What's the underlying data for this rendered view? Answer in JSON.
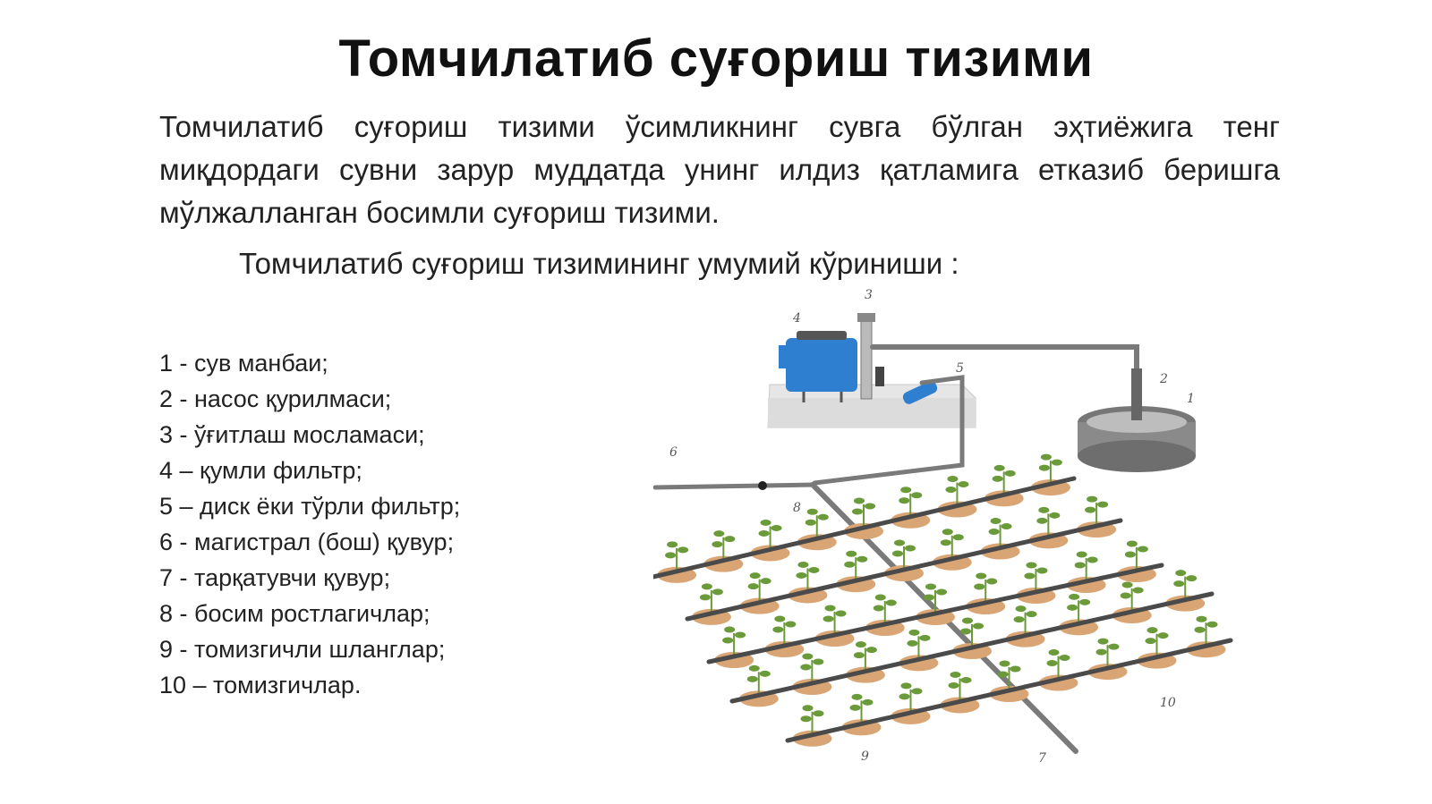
{
  "title": "Томчилатиб суғориш тизими",
  "definition": "Томчилатиб суғориш тизими ўсимликнинг сувга бўлган эҳтиёжига тенг миқдордаги сувни зарур муддатда унинг илдиз қатламига етказиб беришга мўлжалланган босимли суғориш тизими.",
  "subtitle": "Томчилатиб суғориш тизимининг умумий кўриниши :",
  "legend": [
    "1 - сув манбаи;",
    "2 - насос қурилмаси;",
    "3 - ўғитлаш мосламаси;",
    "4 – қумли фильтр;",
    "5 – диск ёки тўрли фильтр;",
    "6 - магистрал (бош) қувур;",
    "7 - тарқатувчи қувур;",
    "8 - босим ростлагичлар;",
    "9 - томизгичли шланглар;",
    "10 – томизгичлар."
  ],
  "diagram": {
    "labels": [
      "1",
      "2",
      "3",
      "4",
      "5",
      "6",
      "7",
      "8",
      "9",
      "10"
    ],
    "colors": {
      "pipe": "#7a7a7a",
      "tank": "#2f7fd1",
      "soil": "#d9a574",
      "plant": "#6a9a3a",
      "base": "#e2e2e2"
    }
  }
}
